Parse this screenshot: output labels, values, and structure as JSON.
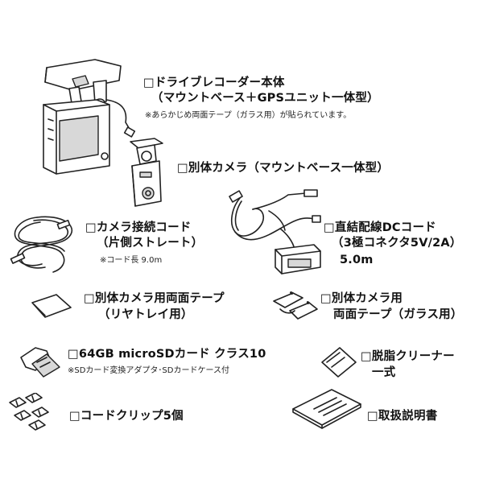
{
  "items": {
    "main_unit": {
      "line1": "□ドライブレコーダー本体",
      "line2": "（マウントベース＋GPSユニット一体型）",
      "note": "※あらかじめ両面テープ（ガラス用）が貼られています。"
    },
    "rear_camera": {
      "line1": "□別体カメラ（マウントベース一体型）"
    },
    "camera_cord": {
      "line1": "□カメラ接続コード",
      "line2": "（片側ストレート）",
      "note": "※コード長 9.0m"
    },
    "dc_cord": {
      "line1": "□直結配線DCコード",
      "line2": "（3極コネクタ5V/2A）",
      "line3": "5.0m"
    },
    "tape_rear": {
      "line1": "□別体カメラ用両面テープ",
      "line2": "（リヤトレイ用）"
    },
    "tape_glass": {
      "line1": "□別体カメラ用",
      "line2": "両面テープ（ガラス用）"
    },
    "sd_card": {
      "line1": "□64GB microSDカード クラス10",
      "note": "※SDカード変換アダプタ･SDカードケース付"
    },
    "cleaner": {
      "line1": "□脱脂クリーナー",
      "line2": "一式"
    },
    "clips": {
      "line1": "□コードクリップ5個"
    },
    "manual": {
      "line1": "□取扱説明書"
    }
  }
}
